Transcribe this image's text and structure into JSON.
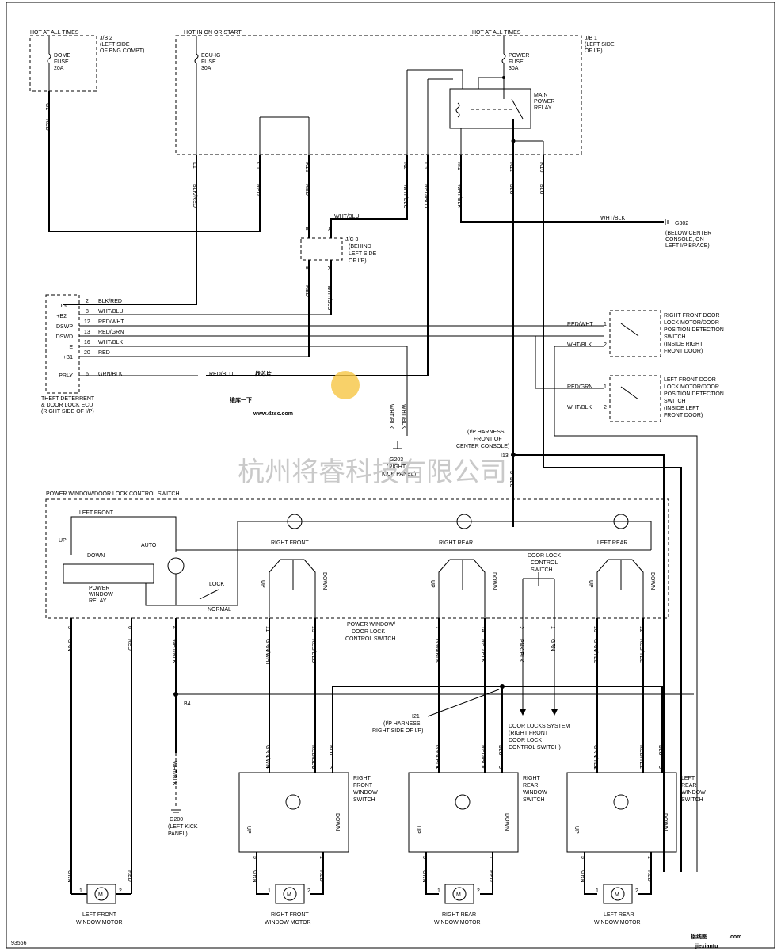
{
  "fuses": {
    "hot_at_all_times_left": "HOT AT ALL TIMES",
    "jb2": [
      "J/B 2",
      "(LEFT SIDE",
      "OF ENG COMPT)"
    ],
    "dome": [
      "DOME",
      "FUSE",
      "20A"
    ],
    "hot_in_on_or_start": "HOT IN ON OR START",
    "ecu_ig": [
      "ECU-IG",
      "FUSE",
      "30A"
    ],
    "hot_at_all_times_right": "HOT AT ALL TIMES",
    "power": [
      "POWER",
      "FUSE",
      "30A"
    ],
    "jb1": [
      "J/B 1",
      "(LEFT SIDE",
      "OF I/P)"
    ],
    "relay": [
      "MAIN",
      "POWER",
      "RELAY"
    ]
  },
  "jb_pins": [
    "G2",
    "L1",
    "C1",
    "K12",
    "K2",
    "L6",
    "M1",
    "K11",
    "K10"
  ],
  "top_wires": [
    "RED",
    "BLK/RED",
    "RED",
    "RED",
    "WHT/BLU",
    "RED/BLU",
    "WHT/BLK",
    "BLU",
    "BLU"
  ],
  "jc3": {
    "label": [
      "J/C 3",
      "(BEHIND",
      "LEFT SIDE",
      "OF I/P)"
    ],
    "pins_top": [
      "B",
      "A"
    ],
    "pins_bottom": [
      "B",
      "A"
    ],
    "wire_in": "WHT/BLU",
    "wires_out": [
      "RED",
      "WHT/BLU"
    ]
  },
  "g302": {
    "name": "G302",
    "desc": [
      "(BELOW CENTER",
      "CONSOLE, ON",
      "LEFT I/P BRACE)"
    ],
    "wire": "WHT/BLK"
  },
  "ecu": {
    "terminals": [
      "IG",
      "+B2",
      "DSWP",
      "DSWD",
      "E",
      "+B1",
      "PRLY"
    ],
    "pins": [
      "2",
      "8",
      "12",
      "13",
      "16",
      "20",
      "6"
    ],
    "wires": [
      "BLK/RED",
      "WHT/BLU",
      "RED/WHT",
      "RED/GRN",
      "WHT/BLK",
      "RED",
      "GRN/BLK"
    ],
    "prly_out": "RED/BLU",
    "label": [
      "THEFT DETERRENT",
      "& DOOR LOCK ECU",
      "(RIGHT SIDE OF I/P)"
    ]
  },
  "door_switches": [
    {
      "label": [
        "RIGHT FRONT DOOR",
        "LOCK MOTOR/DOOR",
        "POSITION DETECTION",
        "SWITCH",
        "(INSIDE RIGHT",
        "FRONT DOOR)"
      ],
      "wires": [
        "RED/WHT",
        "WHT/BLK"
      ],
      "pins": [
        "1",
        "2"
      ]
    },
    {
      "label": [
        "LEFT FRONT DOOR",
        "LOCK MOTOR/DOOR",
        "POSITION DETECTION",
        "SWITCH",
        "(INSIDE LEFT",
        "FRONT DOOR)"
      ],
      "wires": [
        "RED/GRN",
        "WHT/BLK"
      ],
      "pins": [
        "1",
        "2"
      ]
    }
  ],
  "g203": {
    "name": "G203",
    "desc": [
      "(RIGHT",
      "KICK PANEL)"
    ],
    "wire": "WHT/BLK"
  },
  "i13": {
    "desc": [
      "(I/P HARNESS,",
      "FRONT OF",
      "CENTER CONSOLE)"
    ],
    "name": "I13",
    "pin": "3",
    "wire": "BLU"
  },
  "watermark": {
    "logo_cn": "维库一下",
    "logo_top": "找芯片",
    "url": "www.dzsc.com",
    "company": "杭州将睿科技有限公司"
  },
  "master": {
    "title": "POWER WINDOW/DOOR LOCK CONTROL SWITCH",
    "left_front": "LEFT FRONT",
    "up": "UP",
    "down": "DOWN",
    "auto": "AUTO",
    "relay": [
      "POWER",
      "WINDOW",
      "RELAY"
    ],
    "lock": "LOCK",
    "normal": "NORMAL",
    "right_front": "RIGHT FRONT",
    "right_rear": "RIGHT REAR",
    "left_rear": "LEFT REAR",
    "door_lock": [
      "DOOR LOCK",
      "CONTROL",
      "SWITCH"
    ],
    "bottom_label": [
      "POWER WINDOW/",
      "DOOR LOCK",
      "CONTROL SWITCH"
    ]
  },
  "master_pins": [
    "3",
    "6",
    "4",
    "11",
    "13",
    "7",
    "14",
    "2",
    "1",
    "10",
    "12"
  ],
  "master_wires": [
    "GRN",
    "RED",
    "WHT/BLK",
    "GRN/WHT",
    "RED/BLU",
    "GRN/BLK",
    "RED/BLK",
    "PNK/BLK",
    "GRN",
    "GRN/YEL",
    "RED/YEL"
  ],
  "b4": "B4",
  "i21": {
    "name": "I21",
    "desc": [
      "(I/P HARNESS,",
      "RIGHT SIDE OF I/P)"
    ]
  },
  "door_lock_system": [
    "DOOR LOCKS SYSTEM",
    "(RIGHT FRONT",
    "DOOR LOCK",
    "CONTROL SWITCH)"
  ],
  "g200": {
    "wire": "WHT/BLK",
    "name": "G200",
    "desc": [
      "(LEFT KICK",
      "PANEL)"
    ]
  },
  "window_switches": [
    {
      "label": [
        "RIGHT",
        "FRONT",
        "WINDOW",
        "SWITCH"
      ],
      "wires": [
        "GRN/WHT",
        "RED/BLU",
        "BLU"
      ],
      "pins": [
        "4",
        "2",
        "3"
      ],
      "bottom_pins": [
        "5",
        "1"
      ]
    },
    {
      "label": [
        "RIGHT",
        "REAR",
        "WINDOW",
        "SWITCH"
      ],
      "wires": [
        "GRN/BLK",
        "RED/BLK",
        "BLU"
      ],
      "pins": [
        "4",
        "2",
        "3"
      ],
      "bottom_pins": [
        "5",
        "1"
      ]
    },
    {
      "label": [
        "LEFT",
        "REAR",
        "WINDOW",
        "SWITCH"
      ],
      "wires": [
        "GRN/YEL",
        "RED/YEL",
        "BLU"
      ],
      "pins": [
        "4",
        "2",
        "3"
      ],
      "bottom_pins": [
        "5",
        "1"
      ]
    }
  ],
  "motors": [
    {
      "label": [
        "LEFT FRONT",
        "WINDOW MOTOR"
      ],
      "wires": [
        "GRN",
        "RED"
      ],
      "pins": [
        "1",
        "2"
      ]
    },
    {
      "label": [
        "RIGHT FRONT",
        "WINDOW MOTOR"
      ],
      "wires": [
        "GRN",
        "RED"
      ],
      "pins": [
        "1",
        "2"
      ]
    },
    {
      "label": [
        "RIGHT REAR",
        "WINDOW MOTOR"
      ],
      "wires": [
        "GRN",
        "RED"
      ],
      "pins": [
        "1",
        "2"
      ]
    },
    {
      "label": [
        "LEFT REAR",
        "WINDOW MOTOR"
      ],
      "wires": [
        "GRN",
        "RED"
      ],
      "pins": [
        "1",
        "2"
      ]
    }
  ],
  "motor_symbol": "M",
  "figure_code": "93566",
  "footer_cn": "接线图",
  "footer_com": ".com",
  "footer_url": "jiexiantu"
}
